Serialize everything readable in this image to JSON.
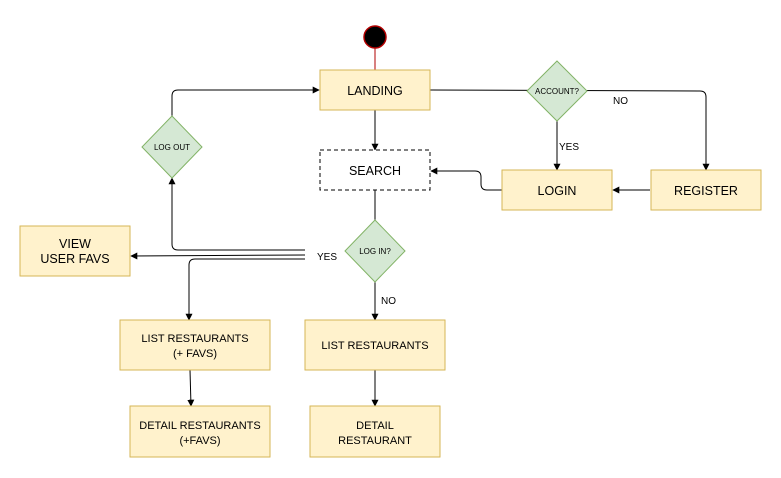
{
  "diagram": {
    "colors": {
      "process_fill": "#fff2cc",
      "process_stroke": "#d6b656",
      "decision_fill": "#d5e8d4",
      "decision_stroke": "#82b366",
      "start_fill": "#000000",
      "start_stroke": "#b20000"
    },
    "nodes": {
      "landing": "LANDING",
      "search": "SEARCH",
      "account": "ACCOUNT?",
      "login": "LOGIN",
      "register": "REGISTER",
      "logout": "LOG OUT",
      "login_q": "LOG IN?",
      "view_favs": [
        "VIEW",
        "USER FAVS"
      ],
      "list_favs": [
        "LIST RESTAURANTS",
        "(+ FAVS)"
      ],
      "list": "LIST RESTAURANTS",
      "detail_favs": [
        "DETAIL RESTAURANTS",
        "(+FAVS)"
      ],
      "detail": [
        "DETAIL",
        "RESTAURANT"
      ]
    },
    "edge_labels": {
      "no_register": "NO",
      "yes_login": "YES",
      "yes_logged_in": "YES",
      "no_logged_in": "NO"
    }
  }
}
